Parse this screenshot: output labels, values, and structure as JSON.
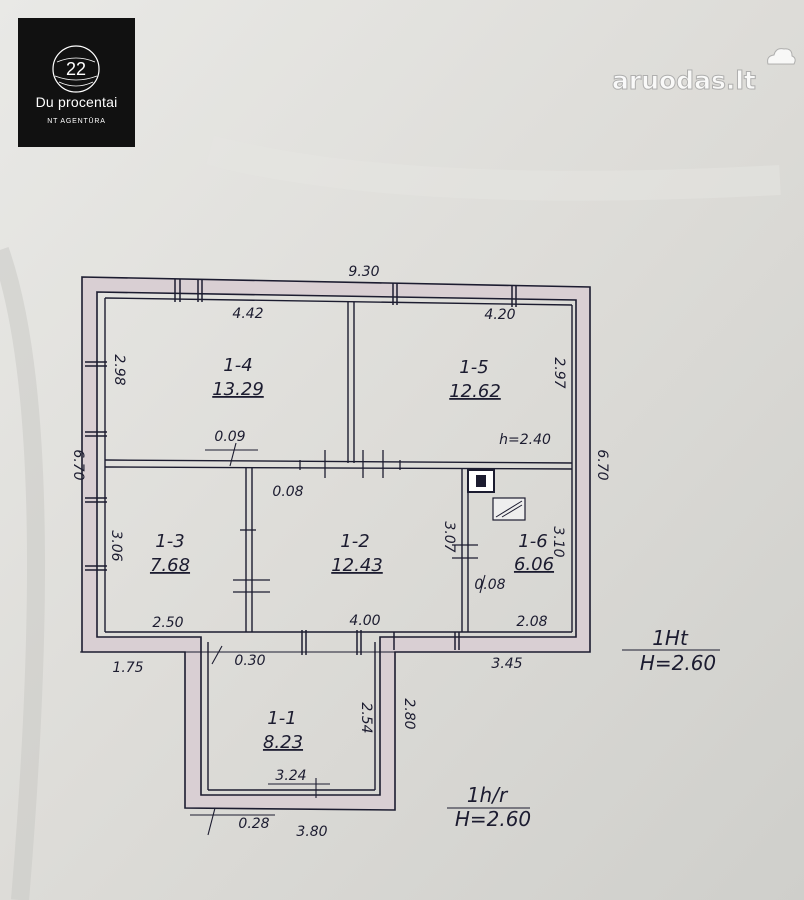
{
  "logo": {
    "mark": "22",
    "name": "Du procentai",
    "subtitle": "NT AGENTŪRA"
  },
  "watermark": {
    "text": "aruodas.lt"
  },
  "rooms": [
    {
      "id": "1-1",
      "area": "8.23"
    },
    {
      "id": "1-2",
      "area": "12.43"
    },
    {
      "id": "1-3",
      "area": "7.68"
    },
    {
      "id": "1-4",
      "area": "13.29"
    },
    {
      "id": "1-5",
      "area": "12.62"
    },
    {
      "id": "1-6",
      "area": "6.06"
    }
  ],
  "dimensions": {
    "overall_width": "9.30",
    "overall_depth_left": "6.70",
    "overall_depth_right": "6.70",
    "room_1_4_width": "4.42",
    "room_1_5_width": "4.20",
    "room_1_4_depth": "2.98",
    "room_1_5_depth": "2.97",
    "ceiling_height_note": "h=2.40",
    "wall_1_4": "0.09",
    "wall_1_2": "0.08",
    "room_1_3_depth": "3.06",
    "room_1_6_left": "3.07",
    "room_1_6_right": "3.10",
    "wall_1_6": "0.08",
    "room_1_3_width": "2.50",
    "room_1_2_width": "4.00",
    "room_1_6_width": "2.08",
    "left_front": "1.75",
    "wall_front": "0.30",
    "right_front": "3.45",
    "room_1_1_depth": "2.54",
    "porch_depth": "2.80",
    "room_1_1_width": "3.24",
    "wall_porch": "0.28",
    "porch_width": "3.80"
  },
  "legend": {
    "main_label": "1Ht",
    "main_height": "H=2.60",
    "porch_label": "1h/r",
    "porch_height": "H=2.60"
  },
  "colors": {
    "paper": "#dcdcd8",
    "wall_fill": "#d9cfd3",
    "ink": "#1c1c30",
    "logo_bg": "#111111"
  }
}
